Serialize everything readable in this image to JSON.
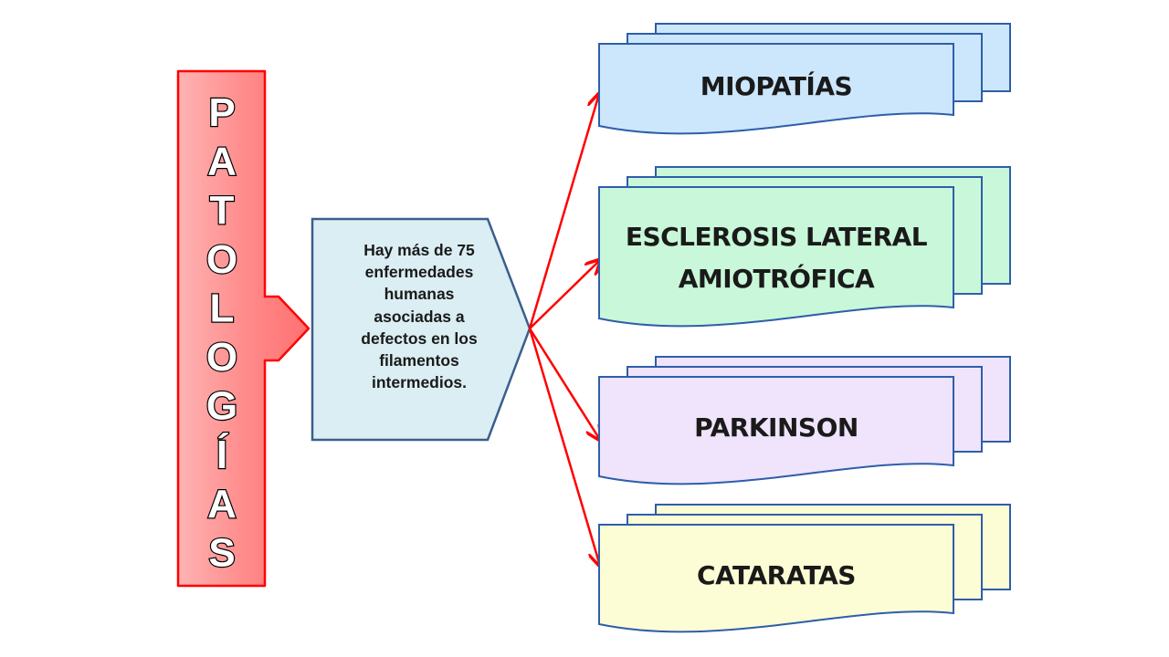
{
  "vertical_title": [
    "P",
    "A",
    "T",
    "O",
    "L",
    "O",
    "G",
    "Í",
    "A",
    "S"
  ],
  "center_box": {
    "lines": [
      "Hay más de 75",
      "enfermedades",
      "humanas",
      "asociadas a",
      "defectos en los",
      "filamentos",
      "intermedios."
    ]
  },
  "targets": [
    {
      "lines": [
        "MIOPATÍAS"
      ],
      "color": "#cce6fb"
    },
    {
      "lines": [
        "ESCLEROSIS LATERAL",
        "AMIOTRÓFICA"
      ],
      "color": "#c9f7d9"
    },
    {
      "lines": [
        "PARKINSON"
      ],
      "color": "#efe4fb"
    },
    {
      "lines": [
        "CATARATAS"
      ],
      "color": "#fdfdd5"
    }
  ],
  "colors": {
    "title_fill": "#ff8080",
    "title_border": "#ff0000",
    "center_fill": "#daeef3",
    "center_border": "#3b5f8c",
    "arrow": "#ff0000",
    "box_border": "#2e5eaa"
  }
}
